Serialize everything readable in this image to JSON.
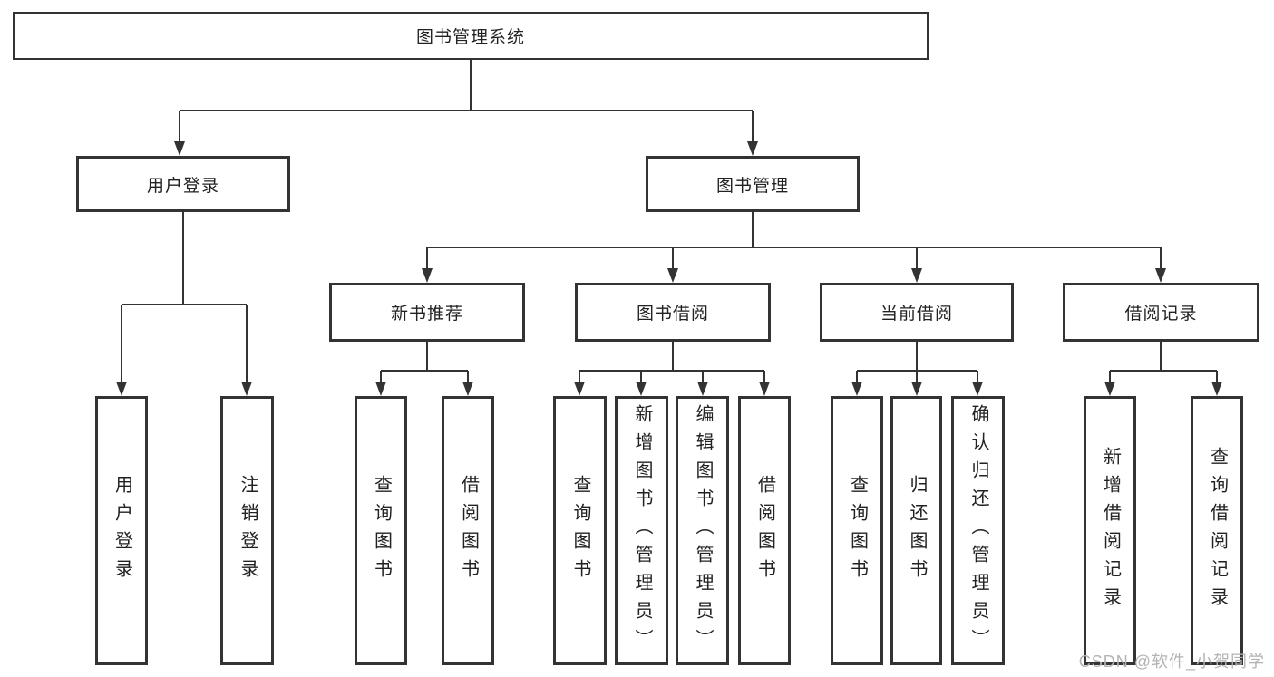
{
  "colors": {
    "line": "#333333",
    "box-border": "#333333",
    "text": "#222222",
    "background": "#ffffff",
    "watermark": "#b3b3b3"
  },
  "diagram": {
    "root": "图书管理系统",
    "groups": [
      {
        "name": "用户登录",
        "leaves": [
          "用户登录",
          "注销登录"
        ]
      },
      {
        "name": "图书管理",
        "sections": [
          {
            "name": "新书推荐",
            "leaves": [
              "查询图书",
              "借阅图书"
            ]
          },
          {
            "name": "图书借阅",
            "leaves": [
              "查询图书",
              "新增图书（管理员）",
              "编辑图书（管理员）",
              "借阅图书"
            ]
          },
          {
            "name": "当前借阅",
            "leaves": [
              "查询图书",
              "归还图书",
              "确认归还（管理员）"
            ]
          },
          {
            "name": "借阅记录",
            "leaves": [
              "新增借阅记录",
              "查询借阅记录"
            ]
          }
        ]
      }
    ],
    "watermark": "CSDN @软件_小贺同学"
  }
}
